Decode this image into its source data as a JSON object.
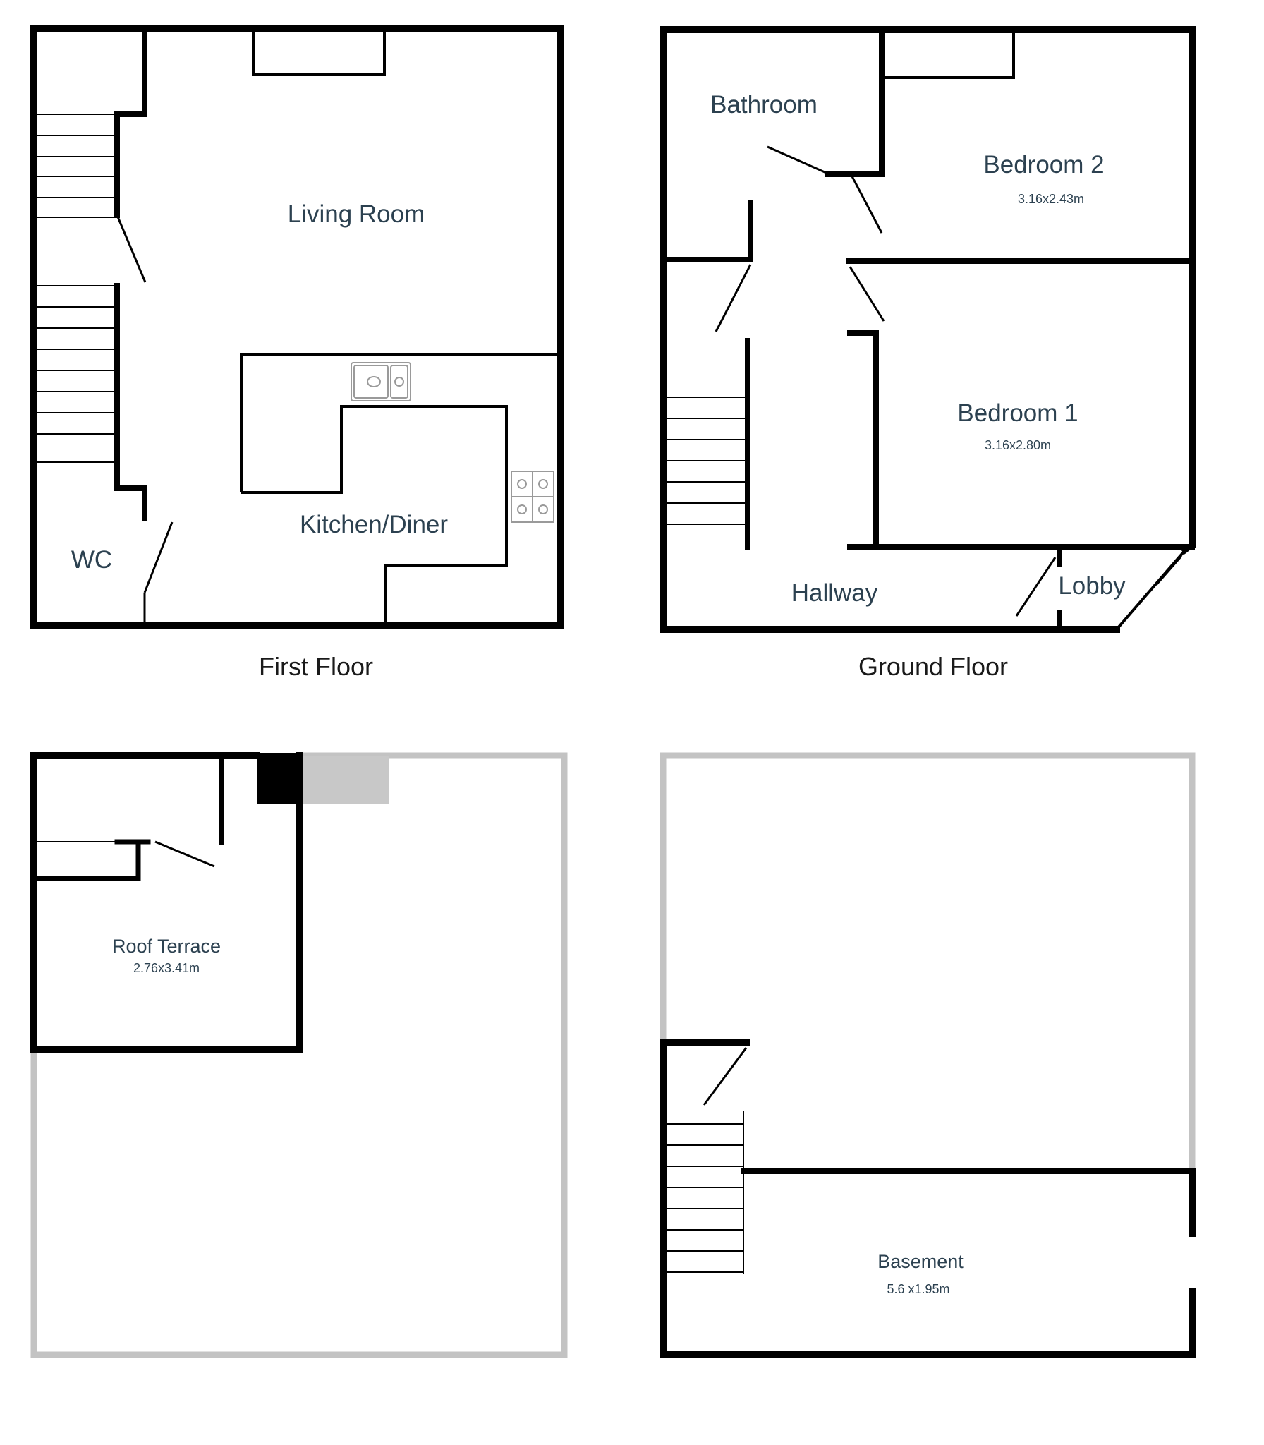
{
  "floors": {
    "first": {
      "label": "First Floor",
      "rooms": {
        "living_room": "Living Room",
        "kitchen_diner": "Kitchen/Diner",
        "wc": "WC"
      }
    },
    "ground": {
      "label": "Ground Floor",
      "rooms": {
        "bathroom": "Bathroom",
        "bedroom2": {
          "name": "Bedroom 2",
          "dims": "3.16x2.43m"
        },
        "bedroom1": {
          "name": "Bedroom 1",
          "dims": "3.16x2.80m"
        },
        "hallway": "Hallway",
        "lobby": "Lobby"
      }
    },
    "roof": {
      "rooms": {
        "roof_terrace": {
          "name": "Roof Terrace",
          "dims": "2.76x3.41m"
        }
      }
    },
    "basement": {
      "rooms": {
        "basement": {
          "name": "Basement",
          "dims": "5.6 x1.95m"
        }
      }
    }
  },
  "colors": {
    "wall": "#000000",
    "outline_grey": "#c3c3c3",
    "label_text": "#2c4150"
  }
}
